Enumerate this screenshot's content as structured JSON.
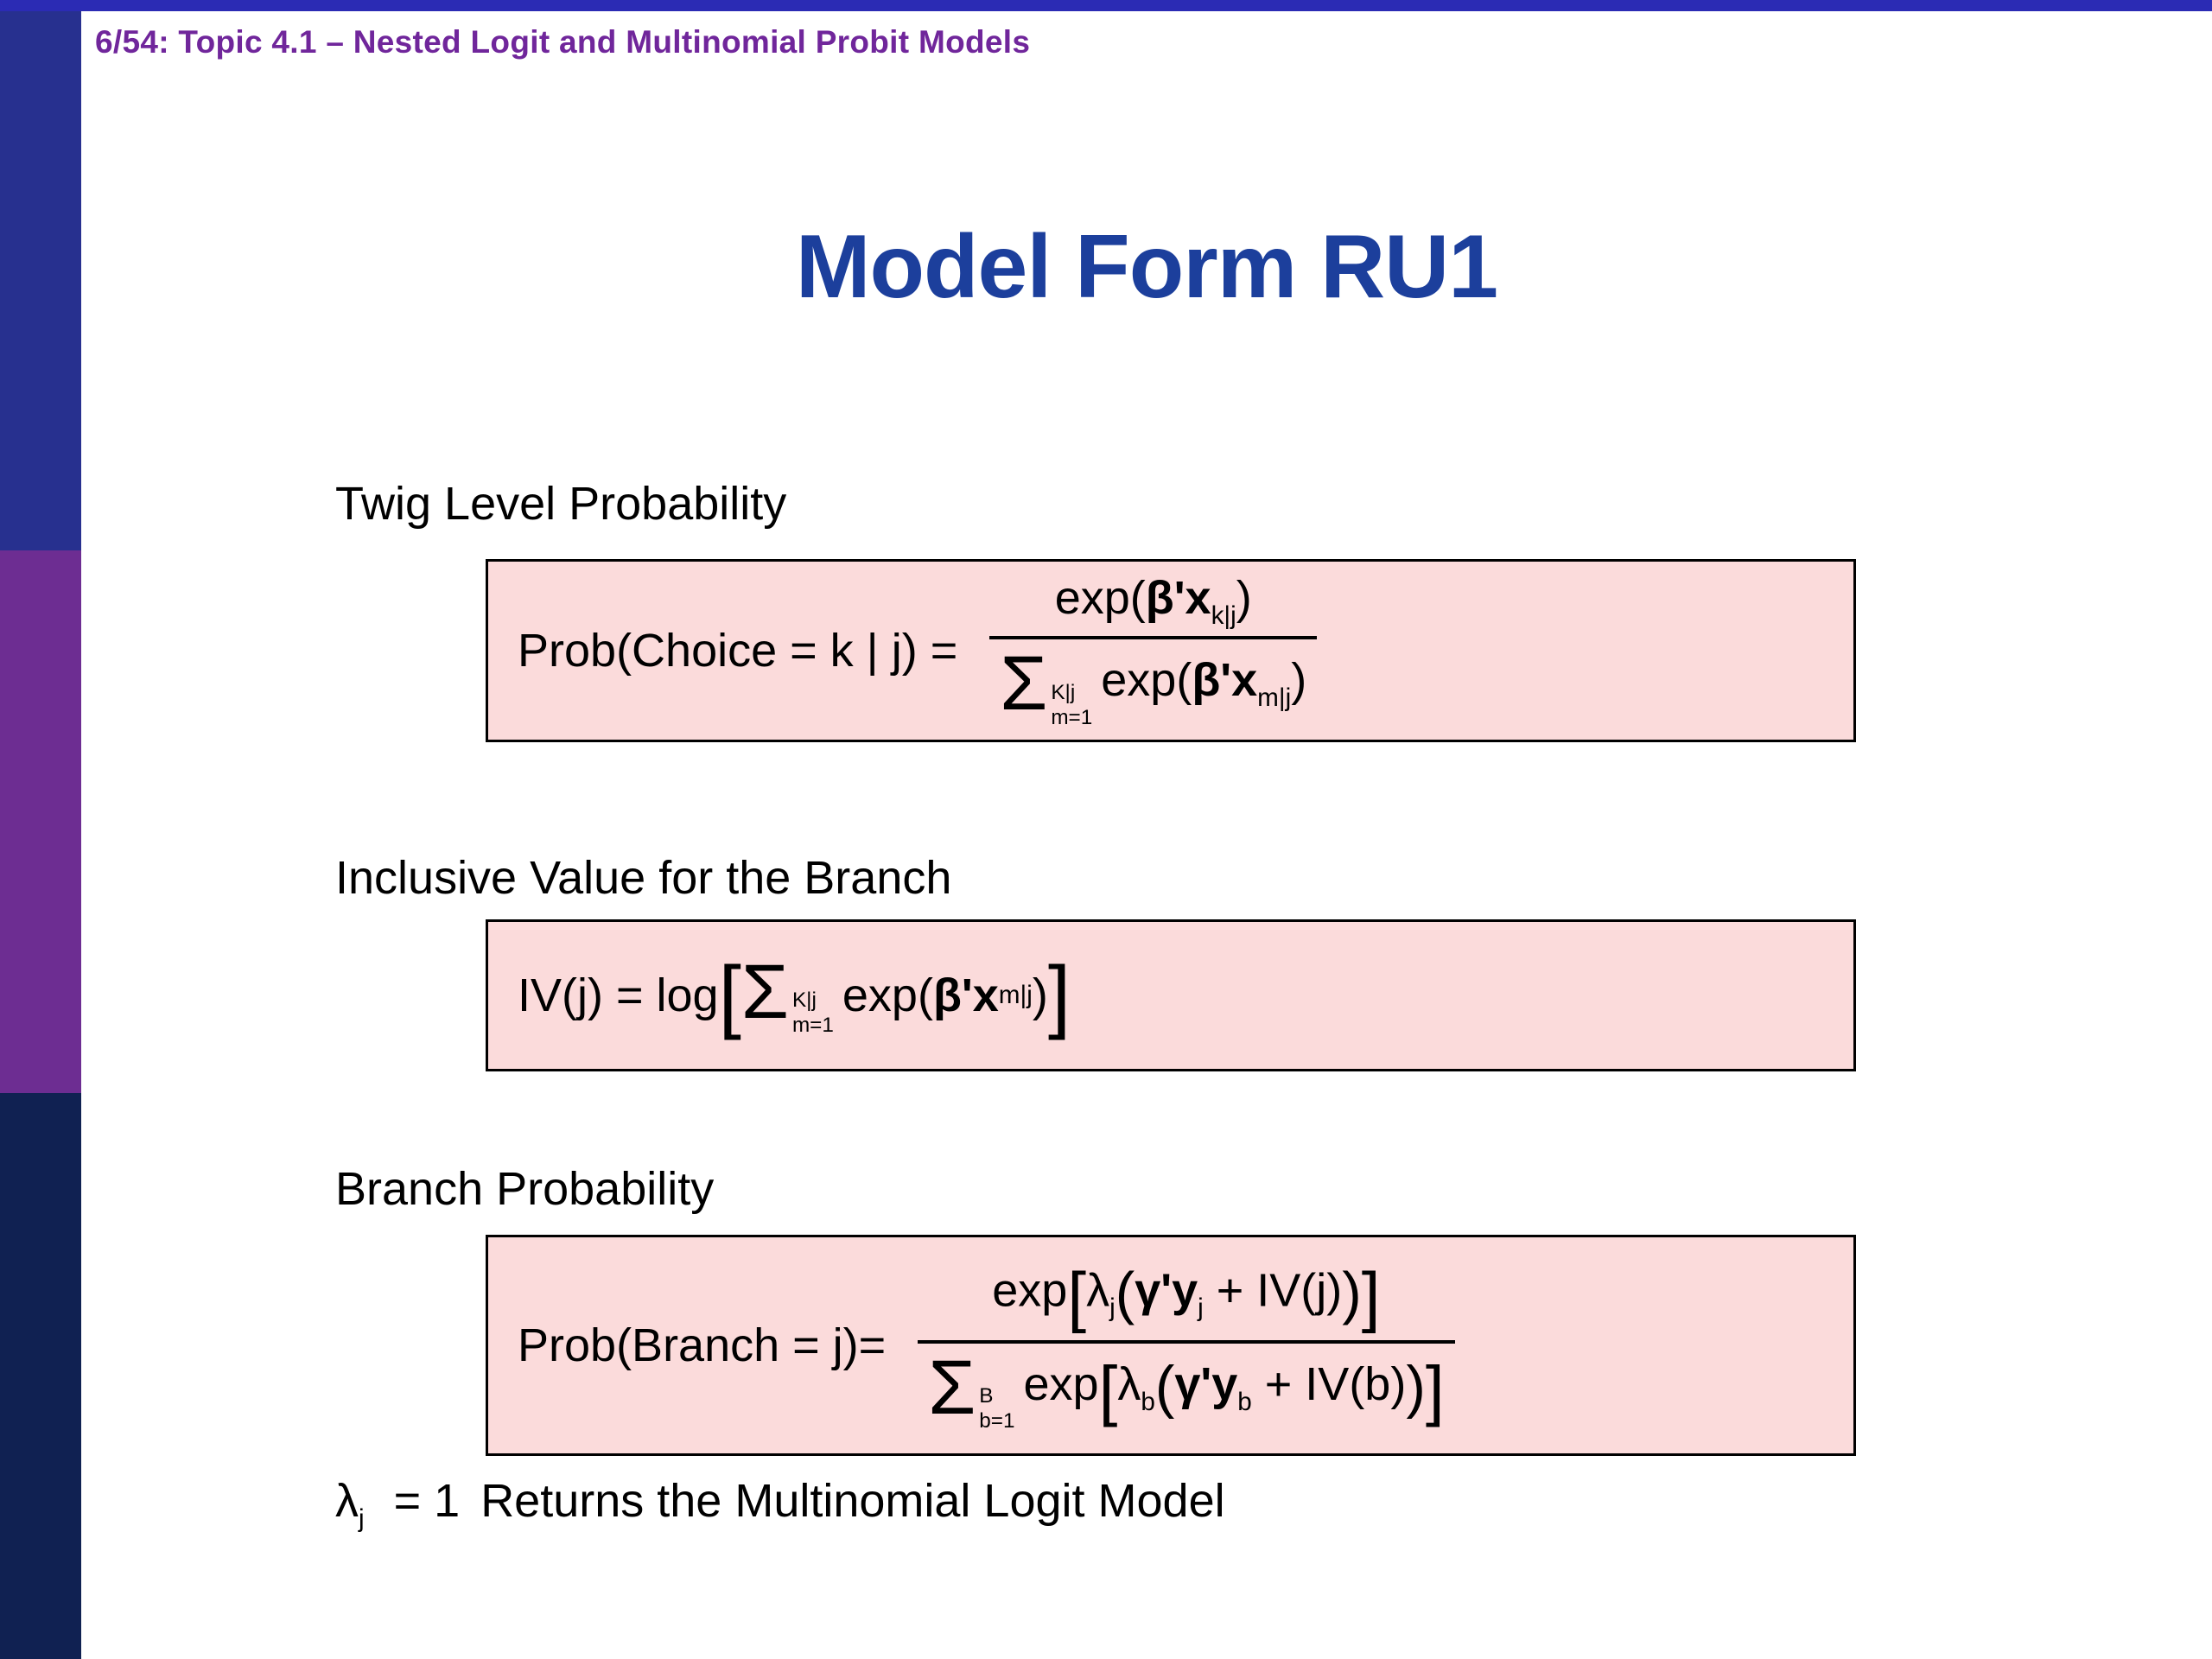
{
  "slide": {
    "header": "6/54: Topic 4.1 – Nested Logit and Multinomial Probit Models",
    "title": "Model Form RU1",
    "colors": {
      "header_text": "#70269b",
      "title_text": "#1c3f9c",
      "formula_box_bg": "#fbdbdb",
      "formula_box_border": "#000000",
      "sidebar_top": "#27308f",
      "sidebar_middle": "#6d2d92",
      "sidebar_bottom": "#102152",
      "top_strip": "#2b2bb4"
    }
  },
  "symbols": {
    "sigma": "Σ",
    "lbracket": "[",
    "rbracket": "]",
    "lparen": "(",
    "rparen": ")"
  },
  "twig": {
    "label": "Twig Level Probability",
    "lhs": "Prob(Choice = k | j) = ",
    "num_pre": "exp(",
    "num_bold": "β'x",
    "num_sub": "k|j",
    "num_post": ")",
    "sum_top": "K|j",
    "sum_bot": "m=1",
    "den_pre": "exp(",
    "den_bold": "β'x",
    "den_sub": "m|j",
    "den_post": ")"
  },
  "iv": {
    "label": "Inclusive Value for the Branch",
    "lhs": "IV(j) = log",
    "sum_top": "K|j",
    "sum_bot": "m=1",
    "pre": "exp(",
    "bold": "β'x",
    "sub": "m|j",
    "post": ")"
  },
  "branch": {
    "label": "Branch Probability",
    "lhs": "Prob(Branch = j)= ",
    "num_exp": "exp",
    "num_lambda": "λ",
    "num_lambda_sub": "j",
    "num_bold": "γ'y",
    "num_bold_sub": "j",
    "num_rest": " + IV(j)",
    "sum_top": "B",
    "sum_bot": "b=1",
    "den_exp": "exp",
    "den_lambda": "λ",
    "den_lambda_sub": "b",
    "den_bold": "γ'y",
    "den_bold_sub": "b",
    "den_rest": " + IV(b)"
  },
  "footer": {
    "lambda": "λ",
    "lambda_sub": "j",
    "equals": "= 1",
    "text": "Returns the Multinomial Logit Model"
  }
}
